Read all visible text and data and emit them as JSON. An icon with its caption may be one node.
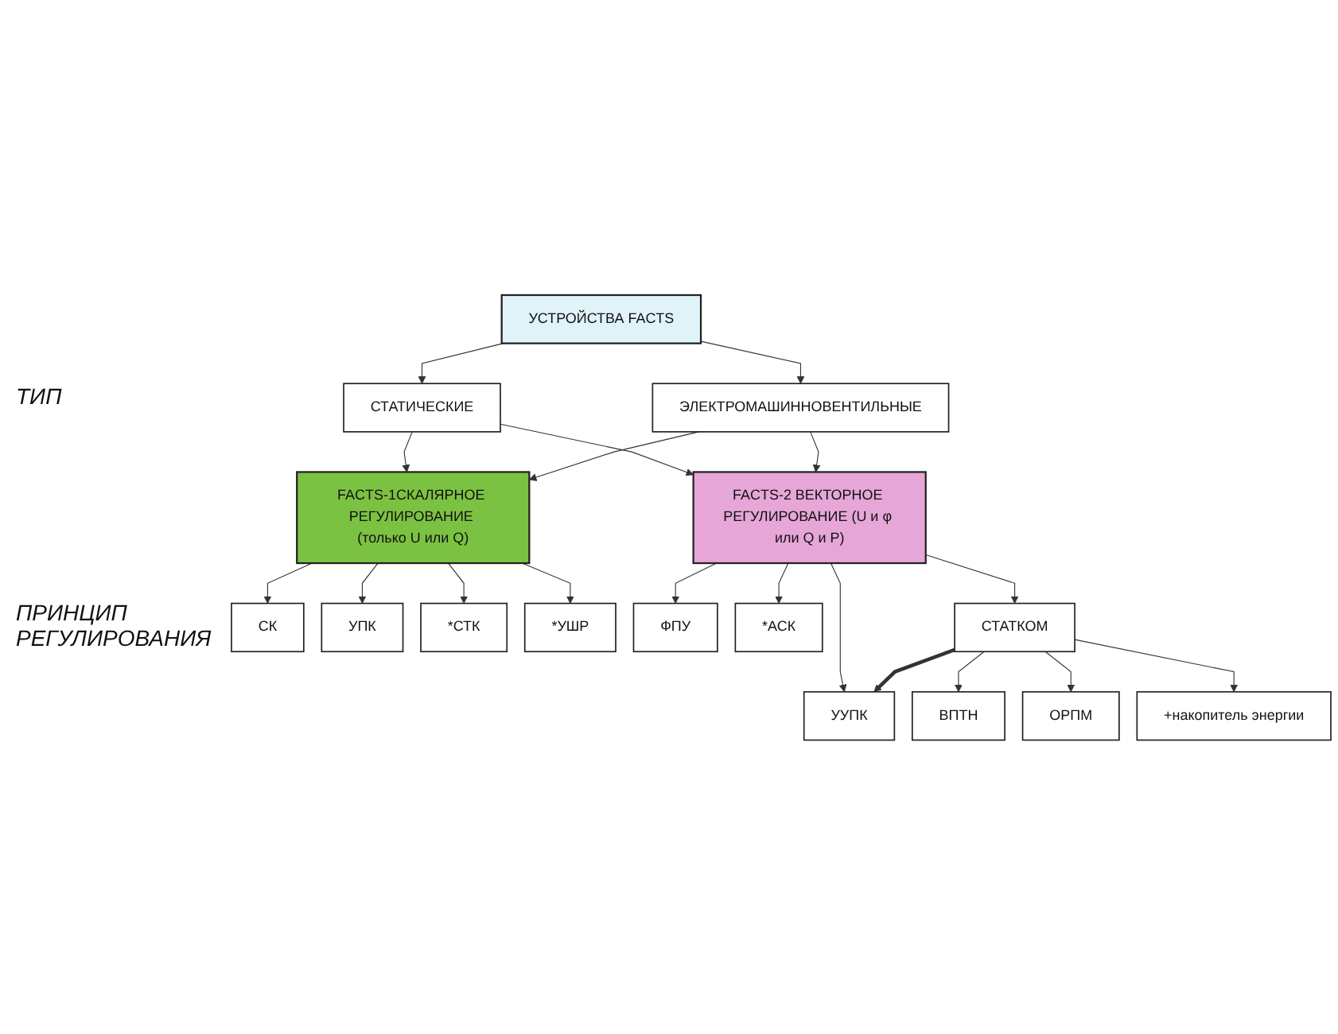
{
  "diagram": {
    "nodes": [
      {
        "text": [
          "УСТРОЙСТВА FACTS"
        ]
      },
      {
        "text": [
          "СТАТИЧЕСКИЕ"
        ]
      },
      {
        "text": [
          "ЭЛЕКТРОМАШИННОВЕНТИЛЬНЫЕ"
        ]
      },
      {
        "text": [
          "FACTS-1СКАЛЯРНОЕ РЕГУЛИРОВАНИЕ (только U или Q)"
        ]
      },
      {
        "text": [
          "FACTS-2 ВЕКТОРНОЕ РЕГУЛИРОВАНИЕ (U и φ или Q и P)"
        ]
      },
      {
        "text": [
          "СК"
        ]
      },
      {
        "text": [
          "УПК"
        ]
      },
      {
        "text": [
          "*СТК"
        ]
      },
      {
        "text": [
          "*УШР"
        ]
      },
      {
        "text": [
          "ФПУ"
        ]
      },
      {
        "text": [
          "*АСК"
        ]
      },
      {
        "text": [
          "УУПК"
        ]
      },
      {
        "text": [
          "СТАТКОМ"
        ]
      },
      {
        "text": [
          "ВПТН"
        ]
      },
      {
        "text": [
          "ОРПМ"
        ]
      },
      {
        "text": [
          "+накопитель энергии"
        ]
      }
    ],
    "edges": [
      {
        "from": 0,
        "to": 1,
        "arrow": "to"
      },
      {
        "from": 0,
        "to": 2,
        "arrow": "to"
      },
      {
        "from": 1,
        "to": 3,
        "arrow": "to"
      },
      {
        "from": 1,
        "to": 4,
        "arrow": "to"
      },
      {
        "from": 2,
        "to": 3,
        "arrow": "to"
      },
      {
        "from": 2,
        "to": 4,
        "arrow": "to"
      },
      {
        "from": 3,
        "to": 5,
        "arrow": "to"
      },
      {
        "from": 3,
        "to": 6,
        "arrow": "to"
      },
      {
        "from": 3,
        "to": 7,
        "arrow": "to"
      },
      {
        "from": 3,
        "to": 8,
        "arrow": "to"
      },
      {
        "from": 4,
        "to": 9,
        "arrow": "to"
      },
      {
        "from": 4,
        "to": 10,
        "arrow": "to"
      },
      {
        "from": 4,
        "to": 11,
        "arrow": "to"
      },
      {
        "from": 4,
        "to": 12,
        "arrow": "to"
      },
      {
        "from": 12,
        "to": 11,
        "arrow": "to",
        "style": "thick"
      },
      {
        "from": 12,
        "to": 13,
        "arrow": "to"
      },
      {
        "from": 12,
        "to": 14,
        "arrow": "to"
      },
      {
        "from": 12,
        "to": 15,
        "arrow": "to"
      }
    ],
    "labels": [
      "ТИП",
      "ПРИНЦИП РЕГУЛИРОВАНИЯ"
    ]
  }
}
